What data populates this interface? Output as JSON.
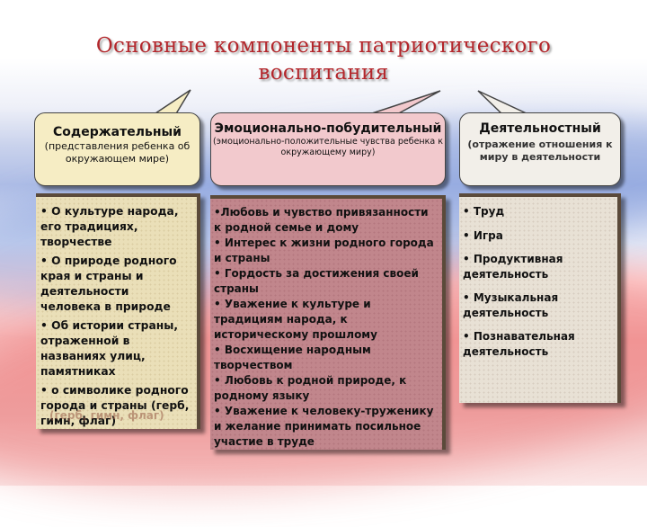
{
  "title_line1": "Основные компоненты  патриотического",
  "title_line2": "воспитания",
  "callouts": [
    {
      "head": "Содержательный",
      "sub": "(представления ребенка об окружающем мире)"
    },
    {
      "head": "Эмоционально-побудительный",
      "sub": "(эмоционально-положительные чувства ребенка к окружающему миру)"
    },
    {
      "head": "Деятельностный",
      "sub": "(отражение отношения к миру в деятельности"
    }
  ],
  "panel1": [
    "• О культуре народа, его традициях, творчестве",
    "• О природе родного края и страны и деятельности человека в природе",
    "• Об истории страны, отраженной в названиях улиц, памятниках",
    "• о символике родного города и страны (герб, гимн, флаг)"
  ],
  "panel1_ghost": "(герб, гимн, флаг)",
  "panel2": [
    "•Любовь и чувство привязанности к родной семье и дому",
    "• Интерес к жизни родного города и страны",
    "• Гордость за достижения своей страны",
    "• Уважение к культуре и традициям народа, к историческому прошлому",
    "• Восхищение народным творчеством",
    "• Любовь к родной природе, к родному языку",
    "• Уважение к человеку-труженику и желание принимать посильное участие в труде"
  ],
  "panel3": [
    "• Труд",
    "• Игра",
    "• Продуктивная деятельность",
    "• Музыкальная деятельность",
    "• Познавательная деятельность"
  ]
}
